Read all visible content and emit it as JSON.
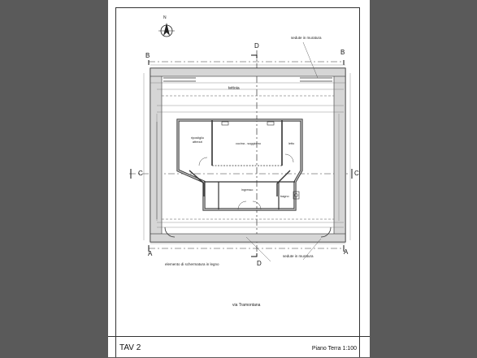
{
  "sheet": {
    "title": "TAV 2",
    "scale": "Piano Terra  1:100"
  },
  "street": "via Tramontana",
  "north": "N",
  "section_marks": {
    "b_left": "B",
    "b_right": "B",
    "a_left": "A",
    "a_right": "A",
    "c_left": "C",
    "c_right": "C",
    "d_top": "D",
    "d_bottom": "D"
  },
  "labels": {
    "seating_top": "sedute in muratura",
    "seating_bottom": "sedute in muratura",
    "canopy": "tettoia",
    "shading": "elemento di schermatura in legno",
    "storage": "ripostiglio attrezzi",
    "kitchen": "cucina - soggiorno",
    "bedroom": "letto",
    "entry": "ingresso",
    "bath": "bagno"
  },
  "colors": {
    "background": "#5a5a5a",
    "sheet": "#ffffff",
    "wall": "#333333",
    "wall_fill": "#bdbdbd",
    "dim": "#555555"
  }
}
